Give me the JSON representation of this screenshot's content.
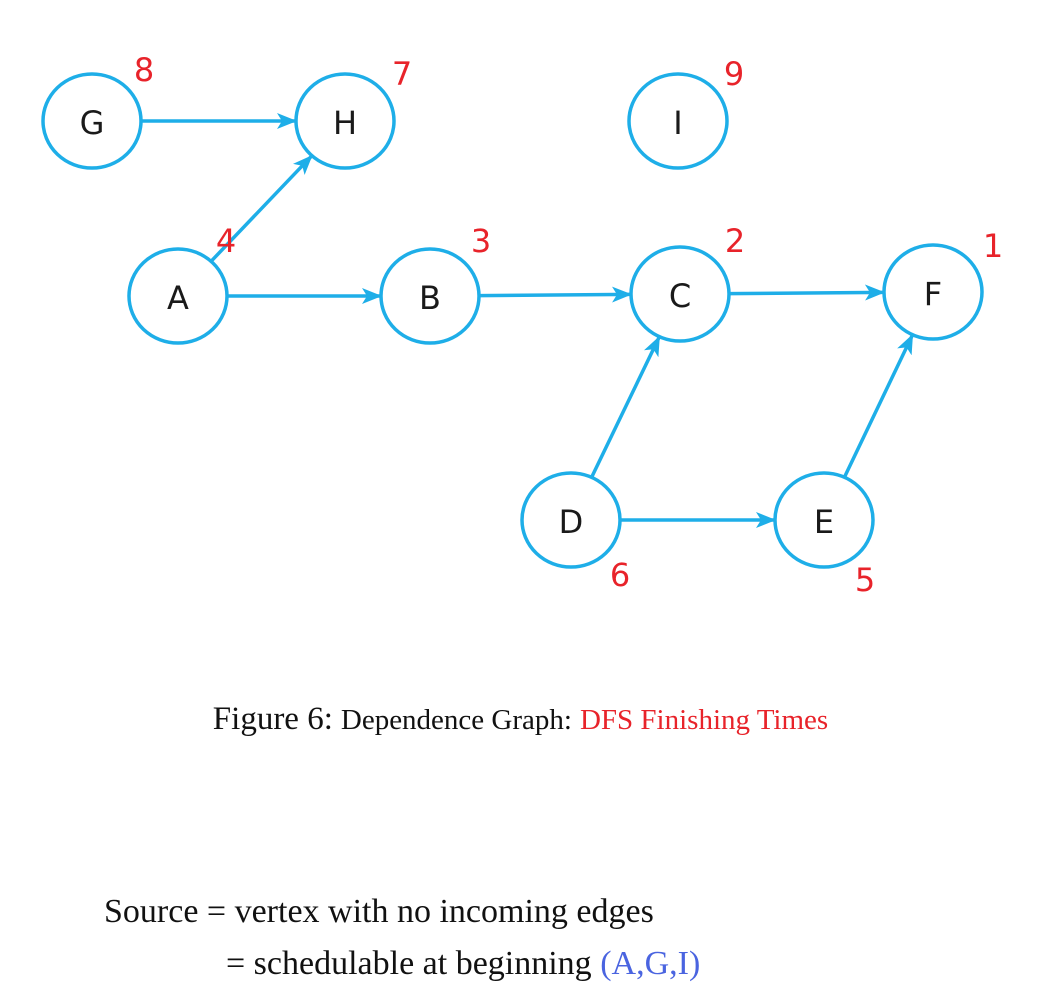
{
  "graph": {
    "edge_color": "#1EAEE8",
    "time_color": "#E8232A",
    "nodes": [
      {
        "id": "G",
        "label": "G",
        "finish_time": "8"
      },
      {
        "id": "H",
        "label": "H",
        "finish_time": "7"
      },
      {
        "id": "I",
        "label": "I",
        "finish_time": "9"
      },
      {
        "id": "A",
        "label": "A",
        "finish_time": "4"
      },
      {
        "id": "B",
        "label": "B",
        "finish_time": "3"
      },
      {
        "id": "C",
        "label": "C",
        "finish_time": "2"
      },
      {
        "id": "F",
        "label": "F",
        "finish_time": "1"
      },
      {
        "id": "D",
        "label": "D",
        "finish_time": "6"
      },
      {
        "id": "E",
        "label": "E",
        "finish_time": "5"
      }
    ],
    "edges": [
      {
        "from": "G",
        "to": "H"
      },
      {
        "from": "A",
        "to": "H"
      },
      {
        "from": "A",
        "to": "B"
      },
      {
        "from": "B",
        "to": "C"
      },
      {
        "from": "C",
        "to": "F"
      },
      {
        "from": "D",
        "to": "C"
      },
      {
        "from": "D",
        "to": "E"
      },
      {
        "from": "E",
        "to": "F"
      }
    ]
  },
  "caption": {
    "prefix": "Figure 6:",
    "main": "Dependence Graph:",
    "highlight": "DFS Finishing Times"
  },
  "text": {
    "line1": "Source = vertex with no incoming edges",
    "line2_prefix": "= schedulable at beginning",
    "line2_highlight": "(A,G,I)",
    "highlight_color": "#4A64E0"
  }
}
